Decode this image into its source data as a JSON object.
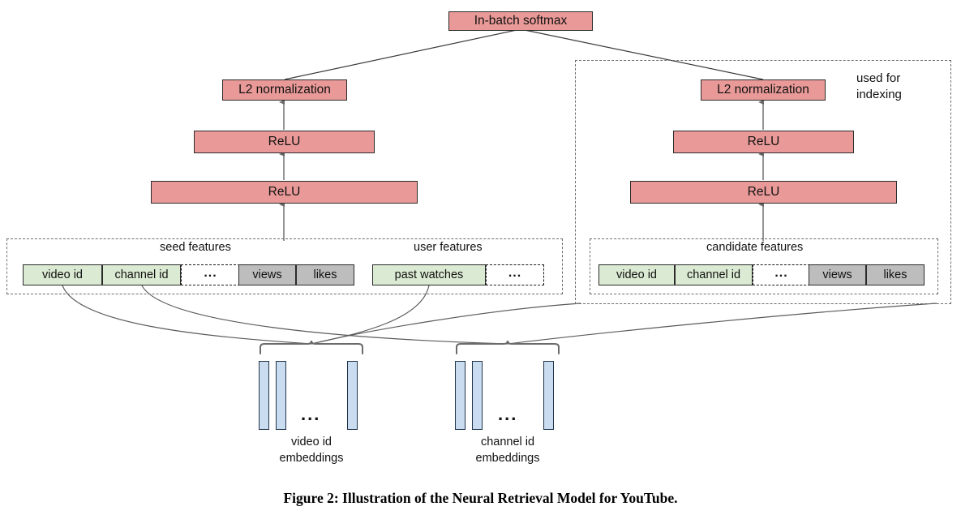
{
  "figure": {
    "caption": "Figure 2: Illustration of the Neural Retrieval Model for YouTube.",
    "colors": {
      "layer_fill": "#e99a98",
      "layer_stroke": "#2b2b2b",
      "categorical_feature_fill": "#dbead2",
      "dense_feature_fill": "#bdbdbd",
      "embedding_fill": "#cadcef",
      "embedding_stroke": "#20344a",
      "dashed_group_stroke": "#6d6d6d",
      "edge_stroke": "#555555",
      "background": "#ffffff"
    }
  },
  "top": {
    "softmax_label": "In-batch softmax"
  },
  "left_tower": {
    "l2_label": "L2 normalization",
    "relu_upper_label": "ReLU",
    "relu_lower_label": "ReLU"
  },
  "right_tower": {
    "l2_label": "L2 normalization",
    "relu_upper_label": "ReLU",
    "relu_lower_label": "ReLU",
    "side_note": "used for\nindexing"
  },
  "feature_groups": [
    {
      "name": "seed-features",
      "label": "seed features",
      "cells": [
        {
          "label": "video id",
          "kind": "categorical"
        },
        {
          "label": "channel id",
          "kind": "categorical"
        },
        {
          "label": "...",
          "kind": "ellipsis"
        },
        {
          "label": "views",
          "kind": "dense"
        },
        {
          "label": "likes",
          "kind": "dense"
        }
      ]
    },
    {
      "name": "user-features",
      "label": "user features",
      "cells": [
        {
          "label": "past watches",
          "kind": "categorical"
        },
        {
          "label": "...",
          "kind": "ellipsis"
        }
      ]
    },
    {
      "name": "candidate-features",
      "label": "candidate features",
      "cells": [
        {
          "label": "video id",
          "kind": "categorical"
        },
        {
          "label": "channel id",
          "kind": "categorical"
        },
        {
          "label": "...",
          "kind": "ellipsis"
        },
        {
          "label": "views",
          "kind": "dense"
        },
        {
          "label": "likes",
          "kind": "dense"
        }
      ]
    }
  ],
  "embedding_tables": [
    {
      "name": "video-id-embeddings",
      "caption": "video id\nembeddings",
      "dots": "...",
      "bars": 3
    },
    {
      "name": "channel-id-embeddings",
      "caption": "channel  id\nembeddings",
      "dots": "...",
      "bars": 3
    }
  ]
}
